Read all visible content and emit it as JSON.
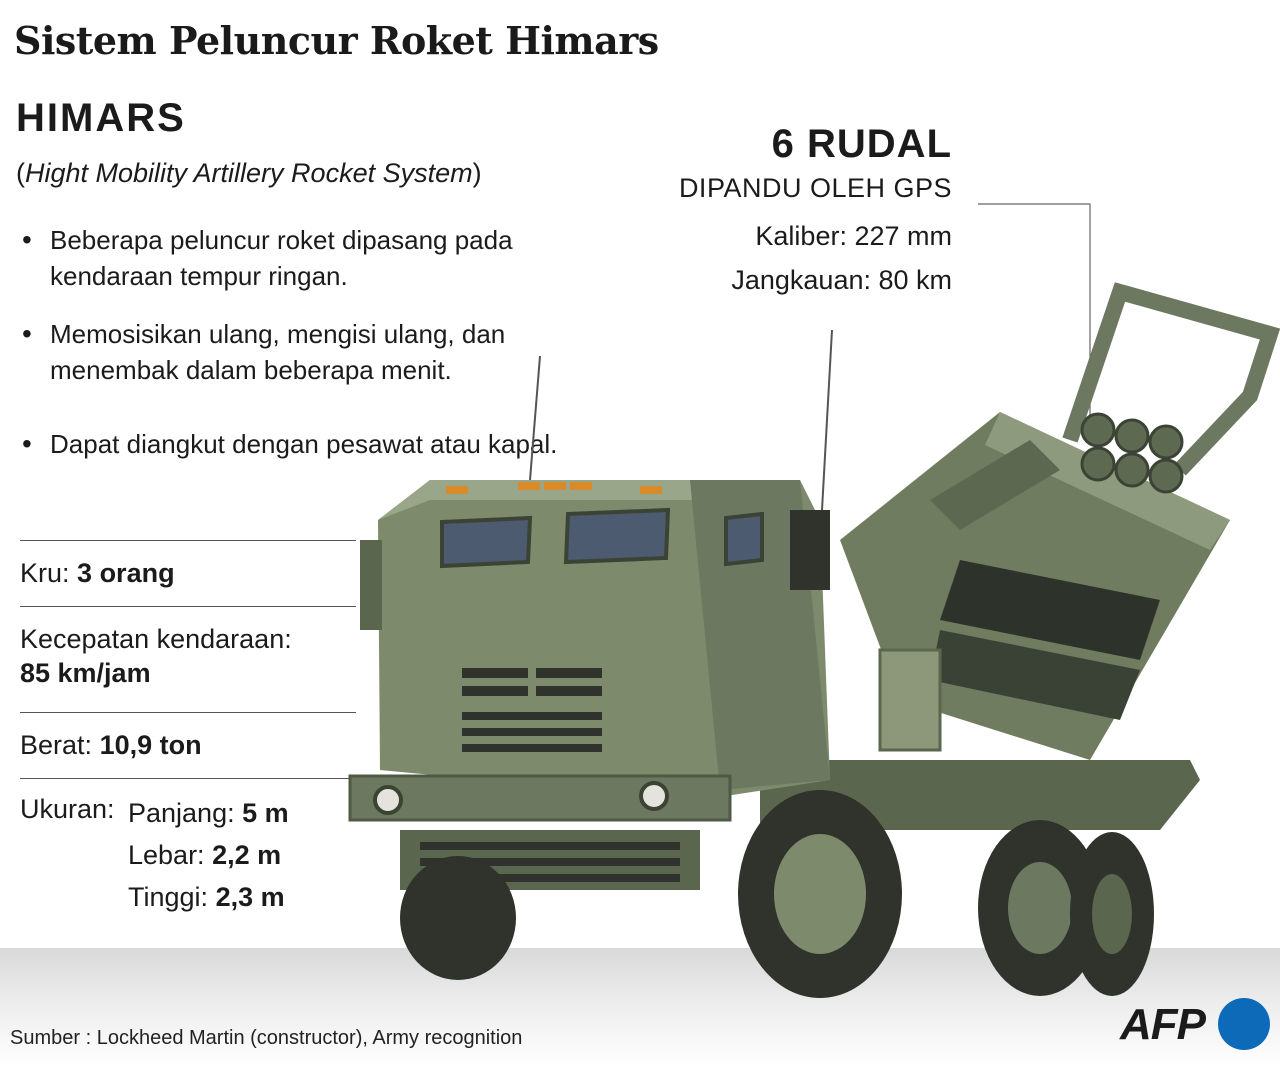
{
  "title": "Sistem Peluncur Roket Himars",
  "system": {
    "name": "HIMARS",
    "fullname_open": "(",
    "fullname": "Hight Mobility Artillery Rocket System",
    "fullname_close": ")"
  },
  "features": [
    "Beberapa peluncur roket dipasang pada kendaraan tempur ringan.",
    "Memosisikan ulang, mengisi ulang, dan menembak dalam beberapa menit.",
    "Dapat diangkut dengan pesawat atau kapal."
  ],
  "specs": {
    "crew_label": "Kru:",
    "crew_value": "3 orang",
    "speed_label": "Kecepatan kendaraan:",
    "speed_value": "85 km/jam",
    "weight_label": "Berat:",
    "weight_value": "10,9 ton",
    "size_label": "Ukuran:",
    "length_label": "Panjang:",
    "length_value": "5 m",
    "width_label": "Lebar:",
    "width_value": "2,2 m",
    "height_label": "Tinggi:",
    "height_value": "2,3 m"
  },
  "missiles": {
    "count": "6 RUDAL",
    "guidance": "DIPANDU OLEH GPS",
    "caliber": "Kaliber: 227 mm",
    "range": "Jangkauan: 80 km"
  },
  "source": "Sumber : Lockheed Martin (constructor), Army recognition",
  "logo": "AFP",
  "colors": {
    "olive": "#7d8a6c",
    "olive_dark": "#4f5a44",
    "olive_light": "#9aa689",
    "window": "#4d5b70",
    "amber": "#d98a2b",
    "tire": "#2f332c",
    "afp_blue": "#0c6ab8"
  }
}
